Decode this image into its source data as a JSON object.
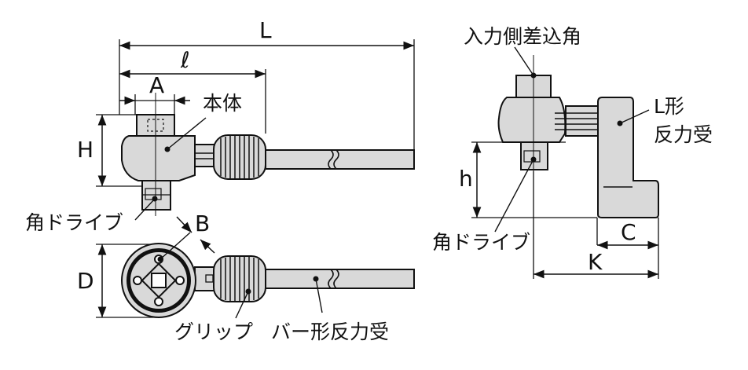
{
  "labels": {
    "L": "L",
    "l": "ℓ",
    "A": "A",
    "H": "H",
    "B": "B",
    "D": "D",
    "h": "h",
    "C": "C",
    "K": "K",
    "body": "本体",
    "square_drive_top": "角ドライブ",
    "grip": "グリップ",
    "bar_reaction": "バー形反力受",
    "input_square": "入力側差込角",
    "l_reaction_line1": "L形",
    "l_reaction_line2": "反力受",
    "square_drive_side": "角ドライブ"
  },
  "colors": {
    "body_fill": "#d9d9d9",
    "line": "#111111"
  }
}
